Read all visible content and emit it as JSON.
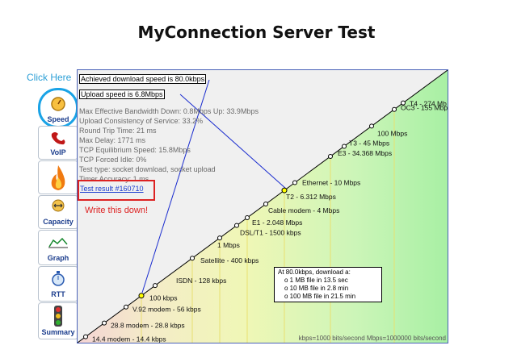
{
  "title": "MyConnection Server Test",
  "click_here": "Click Here",
  "tabs": [
    {
      "label": "Speed",
      "icon": "speedometer-icon"
    },
    {
      "label": "VoIP",
      "icon": "phone-icon"
    },
    {
      "label": "",
      "icon": "flame-icon"
    },
    {
      "label": "Capacity",
      "icon": "capacity-arrows-icon"
    },
    {
      "label": "Graph",
      "icon": "graph-icon"
    },
    {
      "label": "RTT",
      "icon": "stopwatch-icon"
    },
    {
      "label": "Summary",
      "icon": "traffic-light-icon"
    }
  ],
  "results": {
    "download": "Achieved download speed is 80.0kbps",
    "upload": "Upload speed is 6.8Mbps",
    "lines": [
      "Max Effective Bandwidth Down: 0.8Mbps Up: 33.9Mbps",
      "Upload Consistency of Service: 33.2%",
      "Round Trip Time: 21 ms",
      "Max Delay: 1771 ms",
      "TCP Equilibrium Speed: 15.8Mbps",
      "TCP Forced Idle: 0%",
      "Test type: socket download, socket upload",
      "Timer Accuracy: 1 ms"
    ],
    "test_result_link": "Test result #160710",
    "write_down": "Write this down!"
  },
  "scale_labels": [
    "14.4 modem - 14.4 kbps",
    "28.8 modem - 28.8 kbps",
    "V.92 modem - 56 kbps",
    "100 kbps",
    "ISDN - 128 kbps",
    "Satellite - 400 kbps",
    "1 Mbps",
    "DSL/T1 - 1500 kbps",
    "E1 - 2.048 Mbps",
    "Cable modem - 4 Mbps",
    "T2 - 6.312 Mbps",
    "Ethernet - 10 Mbps",
    "E3 - 34.368 Mbps",
    "T3 - 45 Mbps",
    "100 Mbps",
    "OC3 - 155 Mbps",
    "T4 - 274 Mb"
  ],
  "download_box": {
    "heading": "At 80.0kbps, download a:",
    "rows": [
      "o 1 MB file in 13.5 sec",
      "o 10 MB file in 2.8 min",
      "o 100 MB file in 21.5 min"
    ]
  },
  "footer": "kbps=1000 bits/second  Mbps=1000000 bits/second",
  "colors": {
    "accent": "#1aa3e6",
    "marker": "#ffff00",
    "line": "#1a2ccf",
    "highlight": "#dd2222"
  }
}
